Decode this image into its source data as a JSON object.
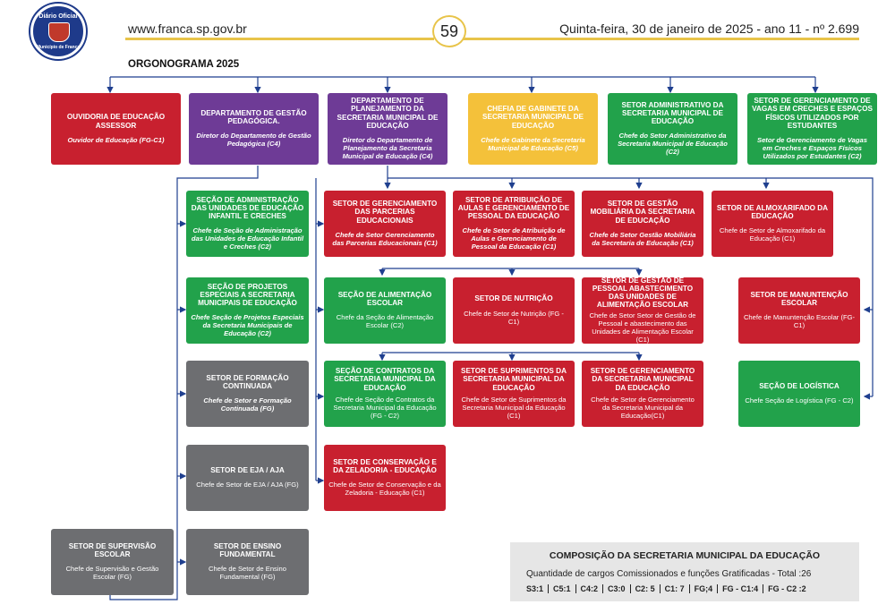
{
  "header": {
    "url": "www.franca.sp.gov.br",
    "page": "59",
    "date": "Quinta-feira, 30 de janeiro de 2025 - ano 11 - nº 2.699",
    "seal_top": "Diário Oficial",
    "seal_bottom": "Município de Franca"
  },
  "title": "ORGONOGRAMA 2025",
  "units": [
    {
      "title": "OUVIDORIA DE EDUCAÇÃO ASSESSOR",
      "sub": "Ouvidor de Educação (FG-C1)"
    },
    {
      "title": "DEPARTAMENTO DE GESTÃO PEDAGÓGICA.",
      "sub": "Diretor do Departamento de Gestão Pedagógica (C4)"
    },
    {
      "title": "DEPARTAMENTO DE PLANEJAMENTO DA SECRETARIA MUNICIPAL DE EDUCAÇÃO",
      "sub": "Diretor do Departamento de Planejamento da Secretaria Municipal de Educação (C4)"
    },
    {
      "title": "CHEFIA DE GABINETE DA SECRETARIA MUNICIPAL DE EDUCAÇÃO",
      "sub": "Chefe de Gabinete da Secretaria Municipal de Educação (C5)"
    },
    {
      "title": "SETOR ADMINISTRATIVO DA SECRETARIA MUNICIPAL DE EDUCAÇÃO",
      "sub": "Chefe do Setor Administrativo da Secretaria Municipal de Educação (C2)"
    },
    {
      "title": "SETOR DE GERENCIAMENTO DE VAGAS EM CRECHES E ESPAÇOS FÍSICOS UTILIZADOS POR ESTUDANTES",
      "sub": "Setor de Gerenciamento de Vagas em Creches e Espaços Físicos Utilizados por Estudantes (C2)"
    },
    {
      "title": "SEÇÃO DE ADMINISTRAÇÃO DAS UNIDADES DE EDUCAÇÃO INFANTIL E CRECHES",
      "sub": "Chefe de Seção de Administração das Unidades de Educação Infantil e Creches (C2)"
    },
    {
      "title": "SEÇÃO DE PROJETOS ESPECIAIS A SECRETARIA MUNICIPAIS DE EDUCAÇÃO",
      "sub": "Chefe Seção de Projetos Especiais da Secretaria Municipais de Educação (C2)"
    },
    {
      "title": "SETOR DE FORMAÇÃO CONTINUADA",
      "sub": "Chefe de Setor e Formação Continuada (FG)"
    },
    {
      "title": "SETOR DE EJA / AJA",
      "sub": "Chefe de Setor de EJA / AJA (FG)"
    },
    {
      "title": "SETOR DE ENSINO FUNDAMENTAL",
      "sub": "Chefe de Setor de Ensino Fundamental (FG)"
    },
    {
      "title": "SETOR DE SUPERVISÃO ESCOLAR",
      "sub": "Chefe de Supervisão e Gestão Escolar (FG)"
    },
    {
      "title": "SETOR DE GERENCIAMENTO DAS PARCERIAS EDUCACIONAIS",
      "sub": "Chefe de Setor Gerenciamento das Parcerias Educacionais (C1)"
    },
    {
      "title": "SETOR DE ATRIBUIÇÃO DE AULAS E GERENCIAMENTO DE PESSOAL DA EDUCAÇÃO",
      "sub": "Chefe de Setor de Atribuição de Aulas e Gerenciamento de Pessoal da Educação (C1)"
    },
    {
      "title": "SETOR DE GESTÃO MOBILIÁRIA DA SECRETARIA DE EDUCAÇÃO",
      "sub": "Chefe de Setor Gestão Mobiliária da Secretaria de Educação (C1)"
    },
    {
      "title": "SETOR DE ALMOXARIFADO DA EDUCAÇÃO",
      "sub": "Chefe de Setor de Almoxarifado da Educação (C1)"
    },
    {
      "title": "SEÇÃO DE ALIMENTAÇÃO ESCOLAR",
      "sub": "Chefe da Seção de Alimentação Escolar (C2)"
    },
    {
      "title": "SETOR DE NUTRIÇÃO",
      "sub": "Chefe de Setor de Nutrição (FG - C1)"
    },
    {
      "title": "SETOR DE GESTÃO DE PESSOAL ABASTECIMENTO DAS UNIDADES DE ALIMENTAÇÃO ESCOLAR",
      "sub": "Chefe de Setor Setor de Gestão de Pessoal e abastecimento das Unidades de Alimentação Escolar (C1)"
    },
    {
      "title": "SETOR DE MANUNTENÇÃO ESCOLAR",
      "sub": "Chefe de Manuntenção Escolar (FG-C1)"
    },
    {
      "title": "SEÇÃO DE CONTRATOS DA SECRETARIA MUNICIPAL DA EDUCAÇÃO",
      "sub": "Chefe de Seção de Contratos da Secretaria Municipal da Educação (FG - C2)"
    },
    {
      "title": "SETOR DE SUPRIMENTOS DA SECRETARIA MUNICIPAL DA EDUCAÇÃO",
      "sub": "Chefe de Setor de Suprimentos da Secretaria Municipal da Educação (C1)"
    },
    {
      "title": "SETOR DE GERENCIAMENTO DA SECRETARIA MUNICIPAL DA EDUCAÇÃO",
      "sub": "Chefe de Setor de Gerenciamento da Secretaria Municipal da Educação(C1)"
    },
    {
      "title": "SEÇÃO DE LOGÍSTICA",
      "sub": "Chefe Seção de Logística (FG - C2)"
    },
    {
      "title": "SETOR DE CONSERVAÇÃO E DA ZELADORIA - EDUCAÇÃO",
      "sub": "Chefe de Setor de Conservação e da Zeladoria - Educação (C1)"
    }
  ],
  "composition": {
    "title": "COMPOSIÇÃO DA SECRETARIA MUNICIPAL DA EDUCAÇÃO",
    "subtitle": "Quantidade de cargos Comissionados e funções Gratificadas - Total :26",
    "items": [
      "S3:1",
      "C5:1",
      "C4:2",
      "C3:0",
      "C2: 5",
      "C1: 7",
      "FG;4",
      "FG - C1:4",
      "FG - C2 :2"
    ]
  },
  "colors": {
    "red": "#c8202f",
    "purple": "#6e3b96",
    "yellow": "#f4c13a",
    "green": "#22a24b",
    "gray": "#6d6e71",
    "connector": "#1f3f8f"
  }
}
